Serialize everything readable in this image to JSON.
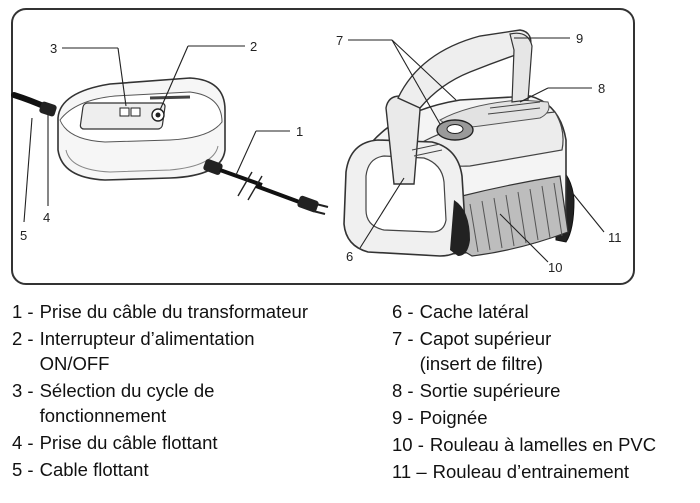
{
  "callouts": [
    "1",
    "2",
    "3",
    "4",
    "5",
    "6",
    "7",
    "8",
    "9",
    "10",
    "11"
  ],
  "legend_left": [
    {
      "num": "1 -",
      "label": "Prise du câble du transformateur"
    },
    {
      "num": "2 -",
      "label": "Interrupteur d’alimentation\nON/OFF"
    },
    {
      "num": "3 -",
      "label": "Sélection du cycle de\nfonctionnement"
    },
    {
      "num": "4 -",
      "label": "Prise du câble flottant"
    },
    {
      "num": "5 -",
      "label": "Cable flottant"
    }
  ],
  "legend_right": [
    {
      "num": "6 -",
      "label": "Cache latéral"
    },
    {
      "num": "7 -",
      "label": " Capot supérieur\n(insert de filtre)"
    },
    {
      "num": "8 -",
      "label": " Sortie supérieure"
    },
    {
      "num": "9 -",
      "label": "Poignée"
    },
    {
      "num": "10 -",
      "label": "Rouleau à lamelles en PVC"
    },
    {
      "num": "11 –",
      "label": "Rouleau d’entrainement"
    }
  ]
}
